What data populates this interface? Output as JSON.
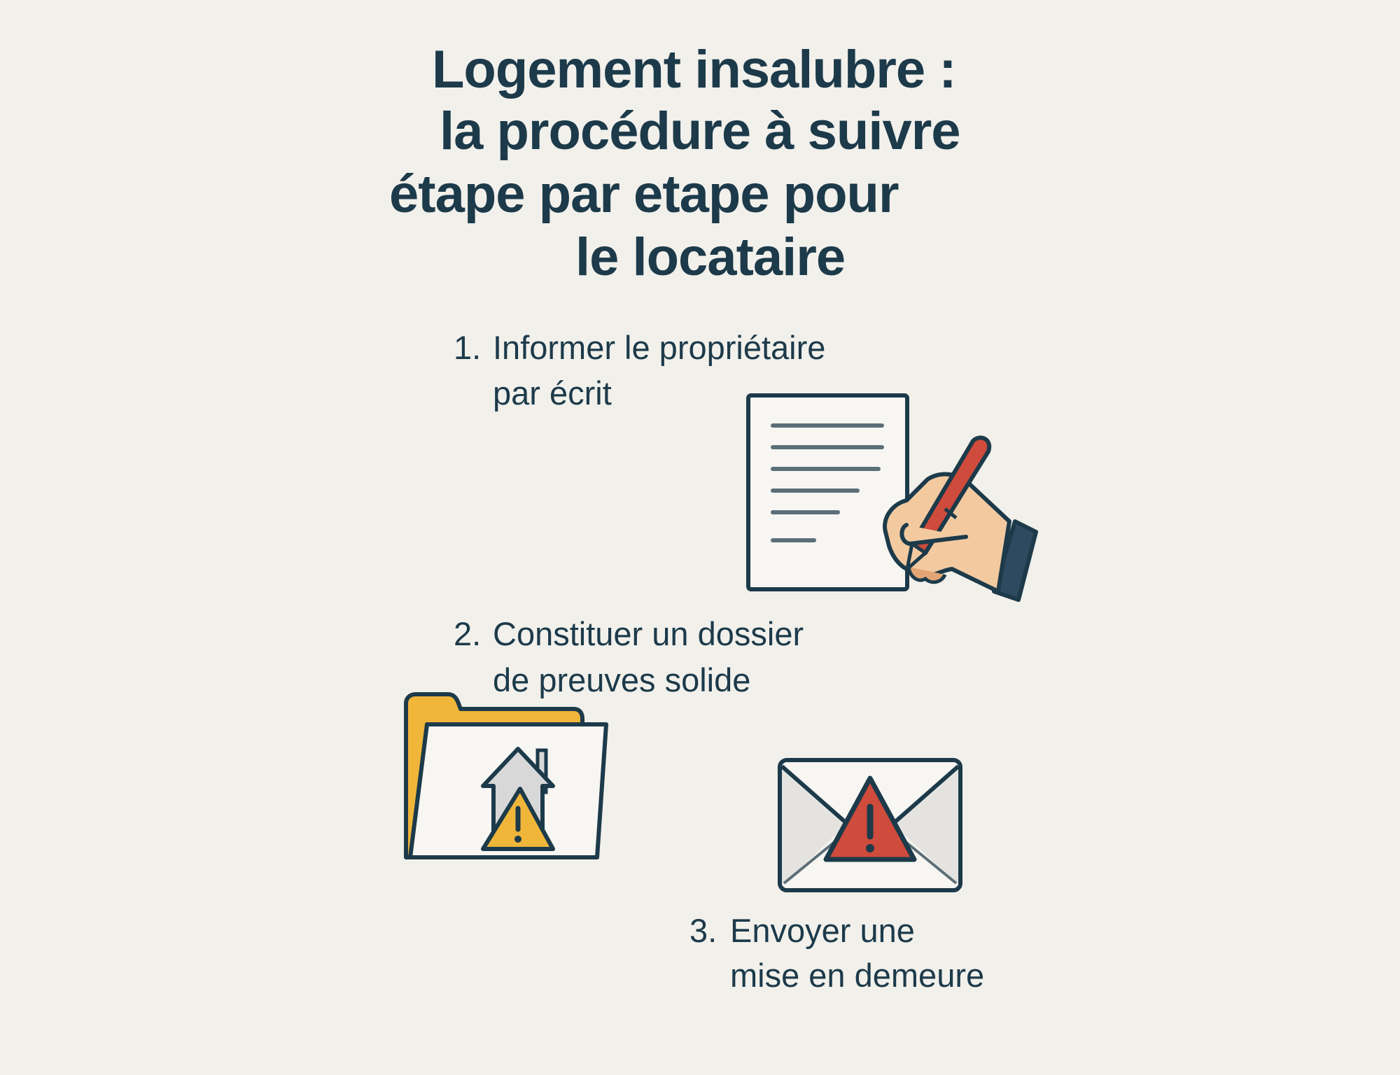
{
  "title": {
    "lines": [
      "Logement insalubre :",
      "la procédure à suivre",
      "étape par etape pour",
      "le locataire"
    ]
  },
  "steps": [
    {
      "number": "1.",
      "line1": "Informer le propriétaire",
      "line2": "par écrit",
      "icon": "document-writing-hand-icon"
    },
    {
      "number": "2.",
      "line1": "Constituer un dossier",
      "line2": "de preuves solide",
      "icon": "folder-house-warning-icon"
    },
    {
      "number": "3.",
      "line1": "Envoyer une",
      "line2": "mise en demeure",
      "icon": "envelope-warning-icon"
    }
  ],
  "colors": {
    "background": "#F2F0EB",
    "text": "#1C3A4A",
    "red": "#CF4B3C",
    "yellow": "#F0B63A",
    "skin": "#F3C9A0",
    "sleeve": "#2E4A60"
  }
}
